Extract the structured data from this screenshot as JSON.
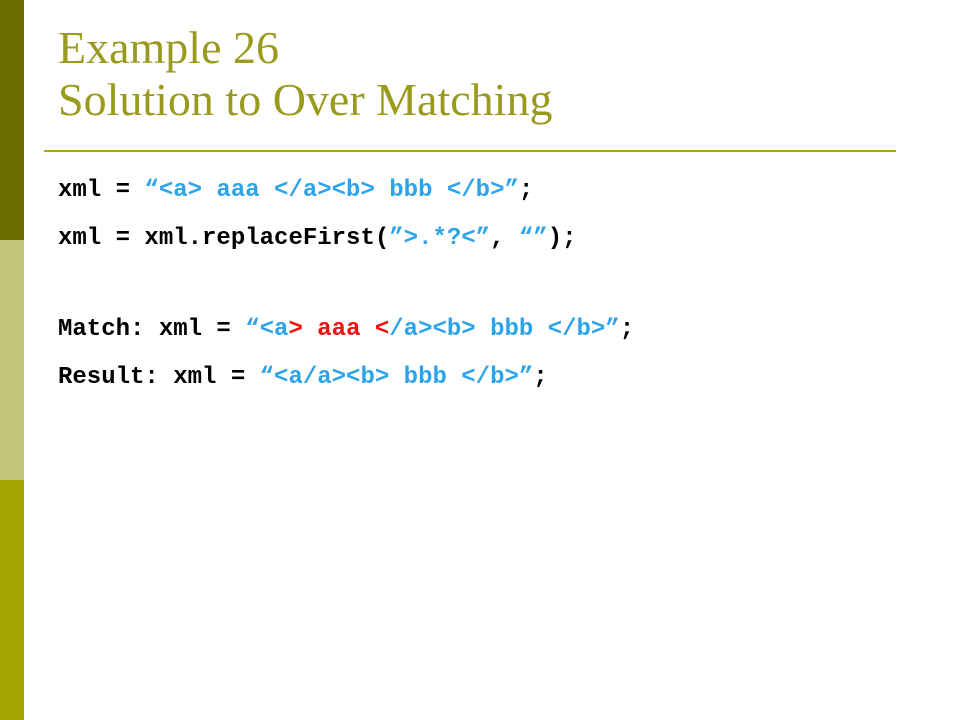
{
  "colors": {
    "sidebar_top": "#6b6b00",
    "sidebar_middle": "#c3c57c",
    "sidebar_bottom": "#a3a500",
    "title": "#9a9a1e",
    "rule": "#a8a800",
    "code_black": "#000000",
    "code_blue": "#2fa3e8",
    "code_red": "#ee1111"
  },
  "title": {
    "line1": "Example 26",
    "line2": "Solution to Over Matching"
  },
  "code_lines": [
    [
      {
        "t": "xml = ",
        "c": "code_black"
      },
      {
        "t": "“<a> aaa </a><b> bbb </b>”",
        "c": "code_blue"
      },
      {
        "t": ";",
        "c": "code_black"
      }
    ],
    [
      {
        "t": "xml = xml.replaceFirst(",
        "c": "code_black"
      },
      {
        "t": "”>.*?<”",
        "c": "code_blue"
      },
      {
        "t": ", ",
        "c": "code_black"
      },
      {
        "t": "“”",
        "c": "code_blue"
      },
      {
        "t": ");",
        "c": "code_black"
      }
    ],
    [
      {
        "t": "Match: xml = ",
        "c": "code_black"
      },
      {
        "t": "“<a",
        "c": "code_blue"
      },
      {
        "t": "> aaa <",
        "c": "code_red"
      },
      {
        "t": "/a><b> bbb </b>”",
        "c": "code_blue"
      },
      {
        "t": ";",
        "c": "code_black"
      }
    ],
    [
      {
        "t": "Result: xml = ",
        "c": "code_black"
      },
      {
        "t": "“<a/a><b> bbb </b>”",
        "c": "code_blue"
      },
      {
        "t": ";",
        "c": "code_black"
      }
    ]
  ]
}
